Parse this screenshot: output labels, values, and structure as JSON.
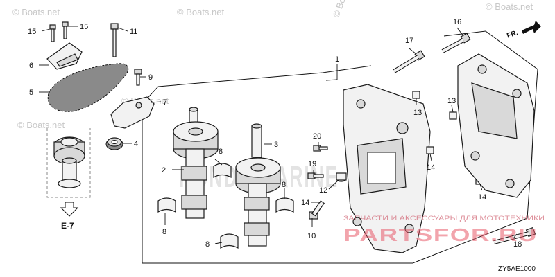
{
  "diagram": {
    "ref_code": "ZY5AE1000",
    "direction_label": "FR.",
    "section_ref": "E-7",
    "callouts": [
      "1",
      "2",
      "3",
      "4",
      "5",
      "6",
      "7",
      "8",
      "8",
      "8",
      "8",
      "9",
      "10",
      "11",
      "12",
      "13",
      "13",
      "14",
      "14",
      "14",
      "15",
      "15",
      "16",
      "17",
      "18",
      "19",
      "20"
    ]
  },
  "watermarks": {
    "copyright": "© Boats.net",
    "parts_site": "PARTSFOR.RU",
    "tagline": "ЗАПЧАСТИ И АКСЕССУАРЫ ДЛЯ МОТОТЕХНИКИ",
    "brand_logo_text": "HONDA MARINE"
  },
  "colors": {
    "line": "#111111",
    "watermark_red": "#e85a6a",
    "watermark_grey": "#c8c8c8"
  }
}
